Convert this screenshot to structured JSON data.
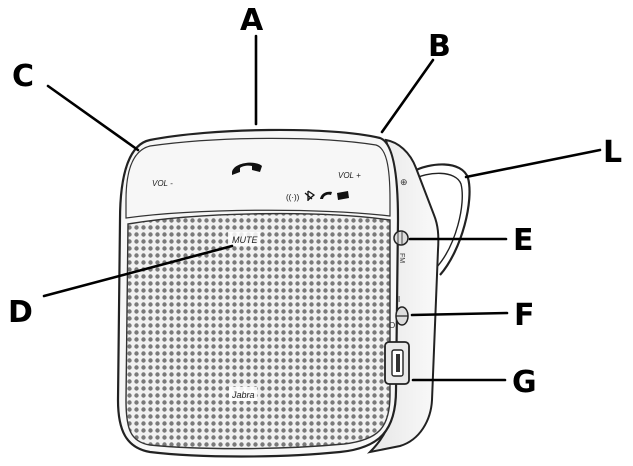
{
  "callouts": {
    "a": "A",
    "b": "B",
    "c": "C",
    "d": "D",
    "e": "E",
    "f": "F",
    "g": "G",
    "l": "L"
  },
  "device": {
    "vol_minus": "VOL -",
    "vol_plus": "VOL +",
    "mute": "MUTE",
    "brand": "Jabra",
    "fm": "FM",
    "switch_on": "I",
    "switch_off": "O"
  },
  "colors": {
    "outline": "#222222",
    "body_fill": "#f7f7f7",
    "grille_fill": "#eeeeee",
    "leader": "#000000"
  }
}
